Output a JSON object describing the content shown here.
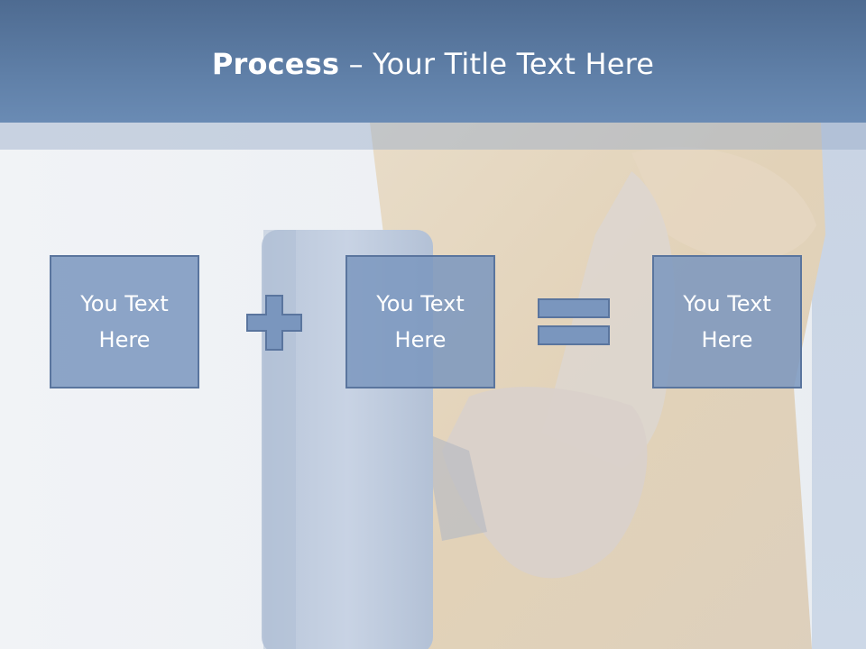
{
  "title": {
    "bold": "Process",
    "rest": " – Your Title Text Here"
  },
  "boxes": [
    {
      "text": "You Text Here"
    },
    {
      "text": "You Text Here"
    },
    {
      "text": "You Text Here"
    }
  ],
  "operators": [
    "plus-icon",
    "equals-icon"
  ],
  "colors": {
    "title_bar": "#5f7fa7",
    "box_fill": "#7a96be",
    "box_border": "#5a759e",
    "text": "#ffffff"
  }
}
